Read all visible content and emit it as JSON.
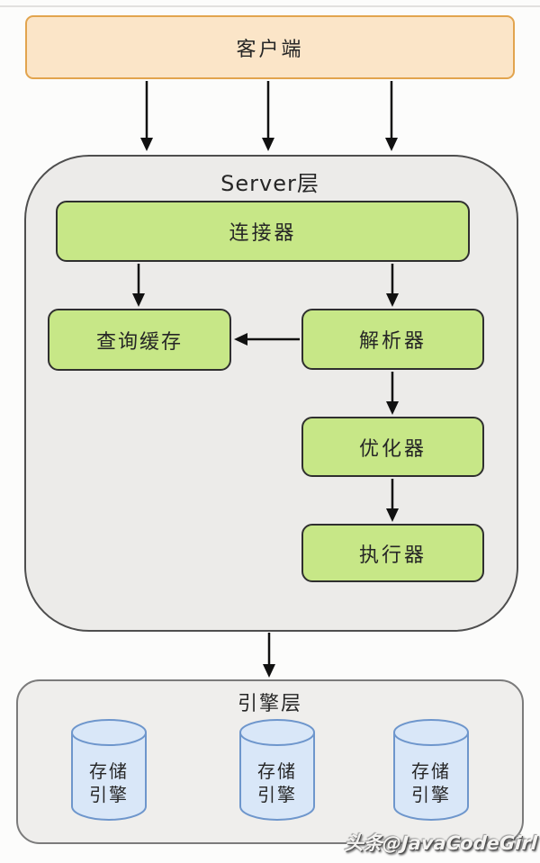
{
  "client": {
    "label": "客户端",
    "fill": "#FBE5C8",
    "border_color": "#E2A44E"
  },
  "server_layer": {
    "title": "Server层",
    "fill": "#ECEBE9",
    "border_color": "#4E4E4E",
    "node_fill": "#C7E787",
    "node_border_color": "#2F2F2F",
    "nodes": [
      {
        "id": "connector",
        "label": "连接器"
      },
      {
        "id": "query-cache",
        "label": "查询缓存"
      },
      {
        "id": "parser",
        "label": "解析器"
      },
      {
        "id": "optimizer",
        "label": "优化器"
      },
      {
        "id": "executor",
        "label": "执行器"
      }
    ]
  },
  "edges": [
    {
      "from": "客户端",
      "to": "Server层"
    },
    {
      "from": "客户端",
      "to": "Server层"
    },
    {
      "from": "客户端",
      "to": "Server层"
    },
    {
      "from": "连接器",
      "to": "查询缓存"
    },
    {
      "from": "连接器",
      "to": "解析器"
    },
    {
      "from": "解析器",
      "to": "查询缓存"
    },
    {
      "from": "解析器",
      "to": "优化器"
    },
    {
      "from": "优化器",
      "to": "执行器"
    },
    {
      "from": "Server层",
      "to": "引擎层"
    }
  ],
  "engine_layer": {
    "title": "引擎层",
    "fill": "#EFEEEC",
    "border_color": "#7B7B7B",
    "cylinder_fill": "#D9E7F8",
    "cylinder_border_color": "#6E96CC",
    "engines": [
      {
        "line1": "存储",
        "line2": "引擎"
      },
      {
        "line1": "存储",
        "line2": "引擎"
      },
      {
        "line1": "存储",
        "line2": "引擎"
      }
    ]
  },
  "watermark": {
    "text": "头条@JavaCodeGirl"
  },
  "colors": {
    "arrow": "#111111",
    "text": "#262626",
    "background": "#FCFCFB"
  }
}
